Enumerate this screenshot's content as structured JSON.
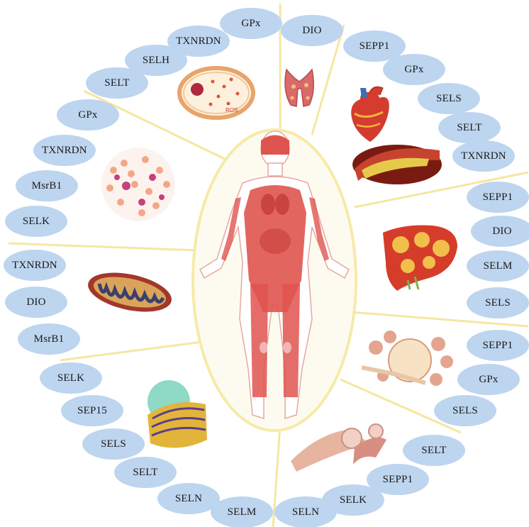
{
  "groups": {
    "oxidative_stress": [
      "GPx",
      "TXNRDN",
      "SELH",
      "SELT"
    ],
    "thyroid": [
      "DIO"
    ],
    "cardiovascular": [
      "SEPP1",
      "GPx",
      "SELS",
      "SELT",
      "TXNRDN"
    ],
    "liver": [
      "SEPP1",
      "DIO",
      "SELM",
      "SELS"
    ],
    "pancreas": [
      "SEPP1",
      "GPx",
      "SELS"
    ],
    "muscle": [
      "SELT",
      "SEPP1",
      "SELK",
      "SELN"
    ],
    "endoplasmic_reticulum": [
      "SELM",
      "SELN",
      "SELT",
      "SELS",
      "SEP15",
      "SELK"
    ],
    "mitochondria": [
      "TXNRDN",
      "DIO",
      "MsrB1"
    ],
    "immune": [
      "GPx",
      "TXNRDN",
      "MsrB1",
      "SELK"
    ]
  },
  "labels": {
    "ros": "ROS"
  },
  "colors": {
    "pill": "#bdd5ef",
    "divider": "#f5e7a0",
    "oval_fill": "#fdfbf0",
    "oval_stroke": "#f7eaa8",
    "body": "#e0544f"
  },
  "icons": [
    "ros-cell-icon",
    "thyroid-icon",
    "heart-icon",
    "artery-icon",
    "blood-cells-icon",
    "liver-icon",
    "mitochondrion-icon",
    "pancreas-icon",
    "golgi-er-icon",
    "muscle-icon",
    "human-body-icon"
  ]
}
